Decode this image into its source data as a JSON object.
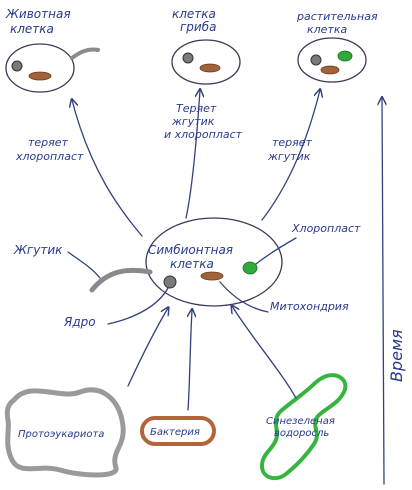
{
  "cells": {
    "animal": {
      "line1": "Животная",
      "line2": "клетка"
    },
    "fungus": {
      "line1": "клетка",
      "line2": "гриба"
    },
    "plant": {
      "line1": "растительная",
      "line2": "клетка"
    },
    "symbiont": {
      "line1": "Симбионтная",
      "line2": "клетка"
    }
  },
  "transitions": {
    "to_animal": {
      "line1": "теряет",
      "line2": "хлоропласт"
    },
    "to_fungus": {
      "line1": "Теряет",
      "line2": "жгутик",
      "line3": "и хлоропласт"
    },
    "to_plant": {
      "line1": "теряет",
      "line2": "жгутик"
    }
  },
  "parts": {
    "flagellum": "Жгутик",
    "nucleus": "Ядро",
    "chloroplast": "Хлоропласт",
    "mitochondrion": "Митохондрия"
  },
  "ancestors": {
    "protoeukaryote": "Протоэукариота",
    "bacterium": "Бактерия",
    "cyanobacterium": {
      "line1": "Синезеленая",
      "line2": "водоросль"
    }
  },
  "time_axis": "Время",
  "colors": {
    "ink": "#2a3a8c",
    "nucleus": "#7a7a7a",
    "mitochondrion": "#a0633a",
    "chloroplast": "#2faa3a",
    "protoeukaryote_outline": "#9a9a9a",
    "bacterium_outline": "#b5643a",
    "cyanobacterium_outline": "#35b540"
  }
}
